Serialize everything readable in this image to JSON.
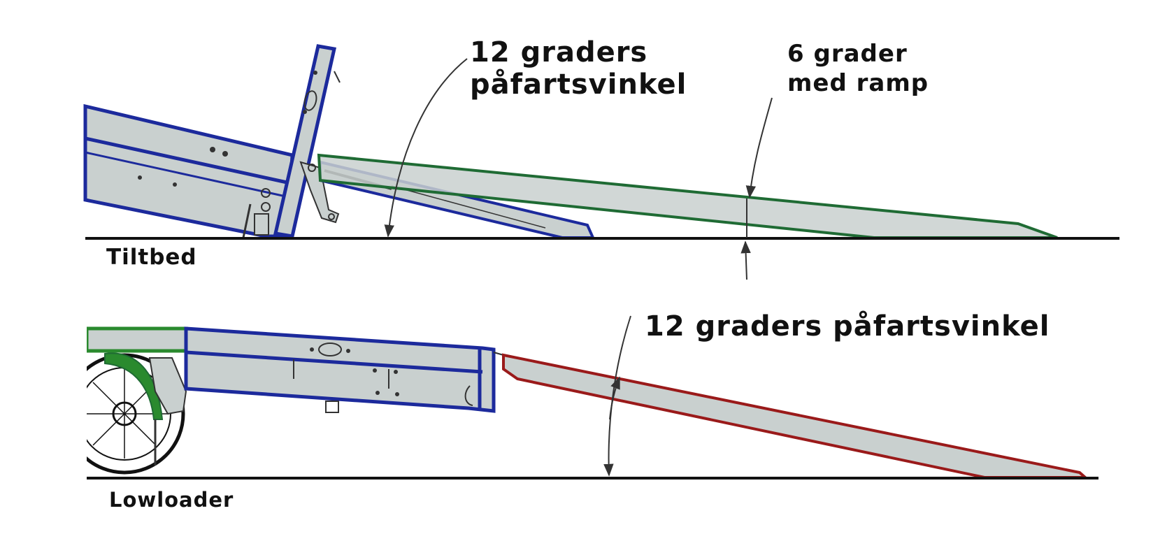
{
  "labels": {
    "tiltbed_angle": "12 graders\npåfartsvinkel",
    "ramp_angle": "6 grader\nmed ramp",
    "tiltbed": "Tiltbed",
    "lowloader_angle": "12 graders påfartsvinkel",
    "lowloader": "Lowloader"
  },
  "colors": {
    "frame_outline": "#1c2a9c",
    "ramp_tiltbed": "#1f6b34",
    "ramp_lowloader": "#9a1a1a",
    "fender": "#2a8a2e",
    "panel_fill": "#c9d0cf",
    "ground": "#111111"
  }
}
